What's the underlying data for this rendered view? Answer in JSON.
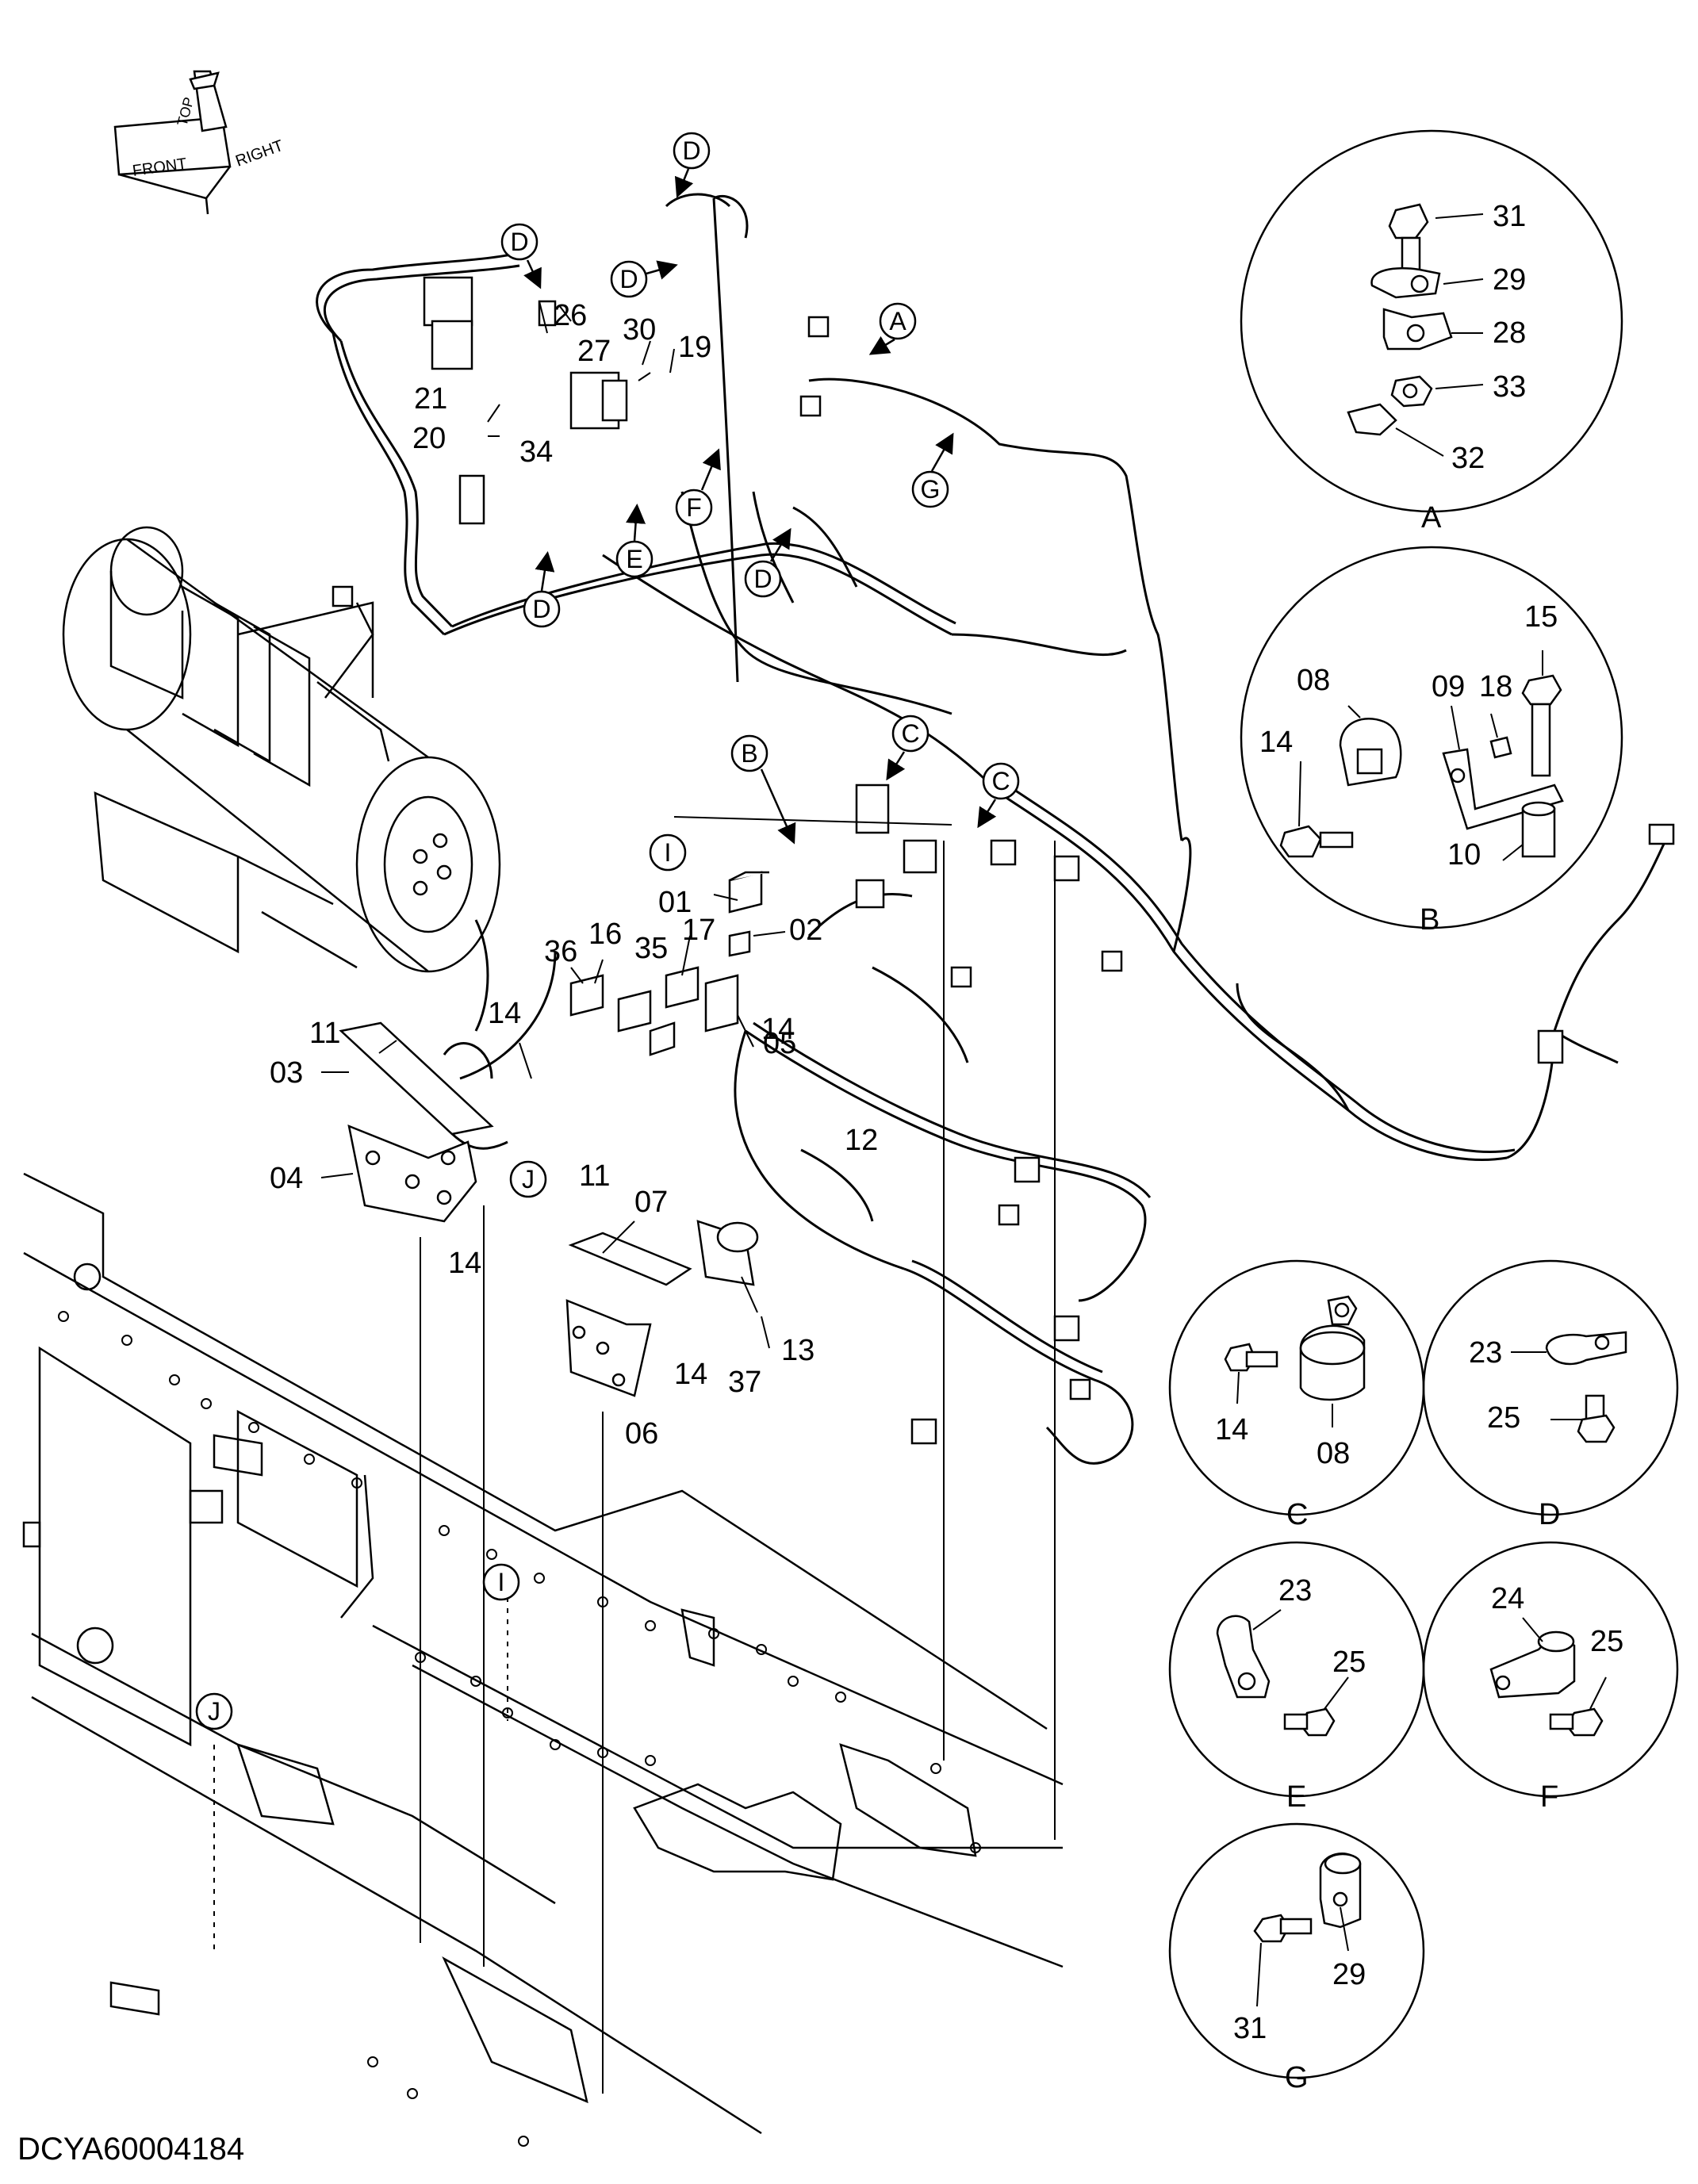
{
  "document_id": "DCYA60004184",
  "orientation": {
    "top": "TOP",
    "front": "FRONT",
    "right": "RIGHT"
  },
  "main_labels": {
    "l01": "01",
    "l02": "02",
    "l03": "03",
    "l04": "04",
    "l05": "05",
    "l06": "06",
    "l07": "07",
    "l11a": "11",
    "l11b": "11",
    "l12": "12",
    "l13": "13",
    "l14a": "14",
    "l14b": "14",
    "l14c": "14",
    "l14d": "14",
    "l16": "16",
    "l17": "17",
    "l19": "19",
    "l20": "20",
    "l21": "21",
    "l26": "26",
    "l27": "27",
    "l30": "30",
    "l34": "34",
    "l35": "35",
    "l36": "36",
    "l37": "37"
  },
  "callouts": {
    "A": "A",
    "B": "B",
    "C1": "C",
    "C2": "C",
    "D1": "D",
    "D2": "D",
    "D3": "D",
    "D4": "D",
    "D5": "D",
    "E": "E",
    "F": "F",
    "G": "G",
    "I1": "I",
    "I2": "I",
    "J1": "J",
    "J2": "J"
  },
  "details": {
    "A": {
      "title": "A",
      "labels": {
        "p31": "31",
        "p29": "29",
        "p28": "28",
        "p33": "33",
        "p32": "32"
      }
    },
    "B": {
      "title": "B",
      "labels": {
        "p15": "15",
        "p08": "08",
        "p09": "09",
        "p18": "18",
        "p14": "14",
        "p10": "10"
      }
    },
    "C": {
      "title": "C",
      "labels": {
        "p14": "14",
        "p08": "08"
      }
    },
    "D": {
      "title": "D",
      "labels": {
        "p23": "23",
        "p25": "25"
      }
    },
    "E": {
      "title": "E",
      "labels": {
        "p23": "23",
        "p25": "25"
      }
    },
    "F": {
      "title": "F",
      "labels": {
        "p24": "24",
        "p25": "25"
      }
    },
    "G": {
      "title": "G",
      "labels": {
        "p29": "29",
        "p31": "31"
      }
    }
  }
}
